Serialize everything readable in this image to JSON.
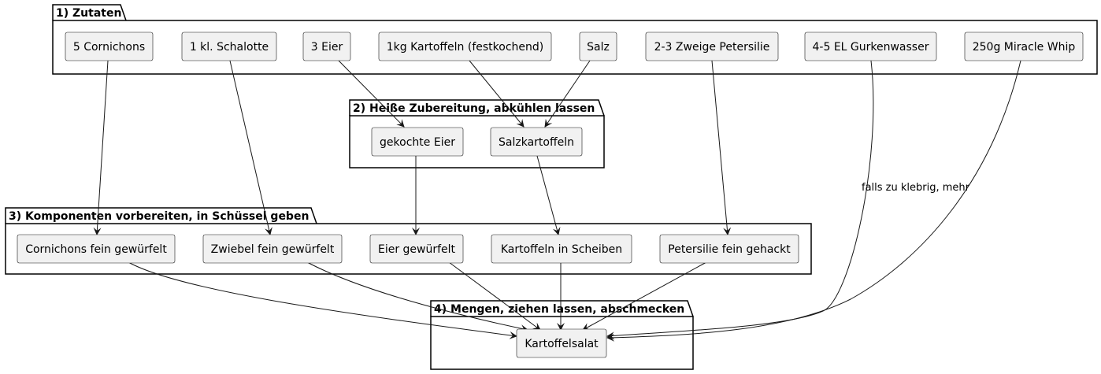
{
  "packages": {
    "zutaten": {
      "title": "1) Zutaten"
    },
    "heiss": {
      "title": "2) Heiße Zubereitung, abkühlen lassen"
    },
    "komponenten": {
      "title": "3) Komponenten vorbereiten, in Schüssel geben"
    },
    "mengen": {
      "title": "4) Mengen, ziehen lassen, abschmecken"
    }
  },
  "nodes": {
    "cornichons": "5 Cornichons",
    "schalotte": "1 kl. Schalotte",
    "eier": "3 Eier",
    "kartoffeln": "1kg Kartoffeln (festkochend)",
    "salz": "Salz",
    "petersilie": "2-3 Zweige Petersilie",
    "gurkenwasser": "4-5 EL Gurkenwasser",
    "miracle_whip": "250g Miracle Whip",
    "gekochte_eier": "gekochte Eier",
    "salzkartoffeln": "Salzkartoffeln",
    "cornichons_gewuerfelt": "Cornichons fein gewürfelt",
    "zwiebel_gewuerfelt": "Zwiebel fein gewürfelt",
    "eier_gewuerfelt": "Eier gewürfelt",
    "kartoffeln_scheiben": "Kartoffeln in Scheiben",
    "petersilie_gehackt": "Petersilie fein gehackt",
    "kartoffelsalat": "Kartoffelsalat"
  },
  "edge_labels": {
    "gurkenwasser_note": "falls zu klebrig, mehr"
  }
}
